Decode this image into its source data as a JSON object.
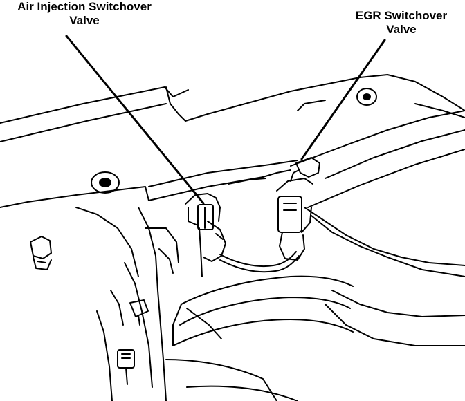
{
  "callouts": {
    "air_injection": {
      "line1": "Air Injection Switchover",
      "line2": "Valve"
    },
    "egr": {
      "line1": "EGR Switchover",
      "line2": "Valve"
    }
  },
  "colors": {
    "ink": "#000000",
    "paper": "#ffffff"
  }
}
